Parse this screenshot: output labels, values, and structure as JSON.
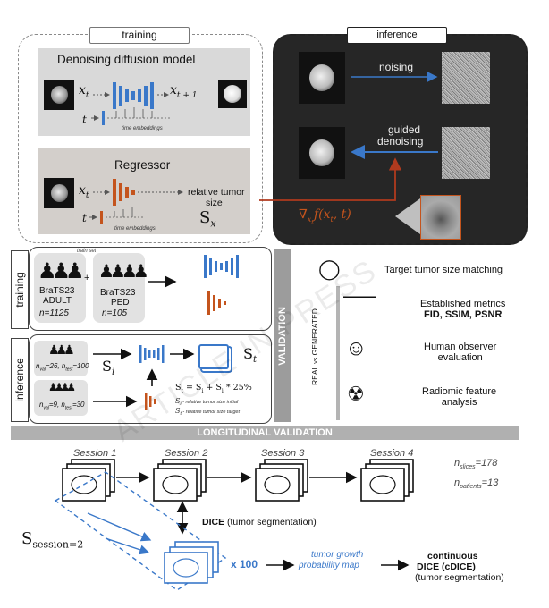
{
  "training_panel": {
    "tab": "training",
    "diffusion": {
      "title": "Denoising diffusion model",
      "x_in": "x",
      "x_in_sub": "t",
      "x_out": "x",
      "x_out_sub": "t + 1",
      "t": "t",
      "time_embeddings": "time embeddings"
    },
    "regressor": {
      "title": "Regressor",
      "x_in": "x",
      "x_in_sub": "t",
      "t": "t",
      "time_embeddings": "time embeddings",
      "output_line1": "relative tumor",
      "output_line2": "size",
      "s": "S",
      "s_sub": "x"
    }
  },
  "inference_panel": {
    "tab": "inference",
    "noising": "noising",
    "guided_line1": "guided",
    "guided_line2": "denoising",
    "gradient_formula": "∇",
    "gradient_sub": "x",
    "gradient_sub2": "t",
    "gradient_rest": "f(x",
    "gradient_rest_sub": "t",
    "gradient_end": ", t)"
  },
  "middle": {
    "training_label": "training",
    "inference_label": "inference",
    "train_set": "train set",
    "adult_line1": "BraTS23",
    "adult_line2": "ADULT",
    "adult_n": "n=1125",
    "ped_line1": "BraTS23",
    "ped_line2": "PED",
    "ped_n": "n=105",
    "plus": "+",
    "adult_inf_n": "n",
    "adult_inf_n1_sub": "val",
    "adult_inf_n1_val": "=26, n",
    "adult_inf_n2_sub": "test",
    "adult_inf_n2_val": "=100",
    "ped_inf_n": "n",
    "ped_inf_n1_sub": "val",
    "ped_inf_n1_val": "=9, n",
    "ped_inf_n2_sub": "test",
    "ped_inf_n2_val": "=30",
    "s_i": "S",
    "s_i_sub": "i",
    "s_t": "S",
    "s_t_sub": "t",
    "formula_lhs": "S",
    "formula_lhs_sub": "t",
    "formula_rhs": " = S",
    "formula_rhs_sub": "i",
    "formula_end": " + S",
    "formula_end_sub": "i",
    "formula_pct": " * 25%",
    "note_i": " - relative tumor size initial",
    "note_i_label": "S",
    "note_i_sub": "i",
    "note_t": " - relative tumor size target",
    "note_t_label": "S",
    "note_t_sub": "t"
  },
  "validation": {
    "label": "VALIDATION",
    "real": "REAL",
    "vs": "vs",
    "generated": "GENERATED",
    "items": [
      {
        "text": "Target tumor size matching",
        "bold": ""
      },
      {
        "text": "Established metrics",
        "bold": "FID, SSIM, PSNR"
      },
      {
        "text": "Human observer",
        "bold": "",
        "text2": "evaluation"
      },
      {
        "text": "Radiomic feature",
        "bold": "",
        "text2": "analysis"
      }
    ]
  },
  "longitudinal": {
    "label": "LONGITUDINAL VALIDATION",
    "sessions": [
      "Session 1",
      "Session 2",
      "Session 3",
      "Session 4"
    ],
    "n_slices_label": "n",
    "n_slices_sub": "slices",
    "n_slices_val": "=178",
    "n_patients_label": "n",
    "n_patients_sub": "patients",
    "n_patients_val": "=13",
    "dice_bold": "DICE",
    "dice_rest": " (tumor segmentation)",
    "s_session": "S",
    "s_session_sub": "session=2",
    "x100": "x 100",
    "prob_map_line1": "tumor growth",
    "prob_map_line2": "probability map",
    "cdice_line1": "continuous",
    "cdice_line2": "DICE   (cDICE)",
    "cdice_line3": "(tumor segmentation)"
  },
  "watermark": "ARTICLE IN PRESS",
  "colors": {
    "blue": "#3a78c9",
    "orange": "#c4541d",
    "red_line": "#b03a1e",
    "grey_bar": "#a6a6a6"
  }
}
